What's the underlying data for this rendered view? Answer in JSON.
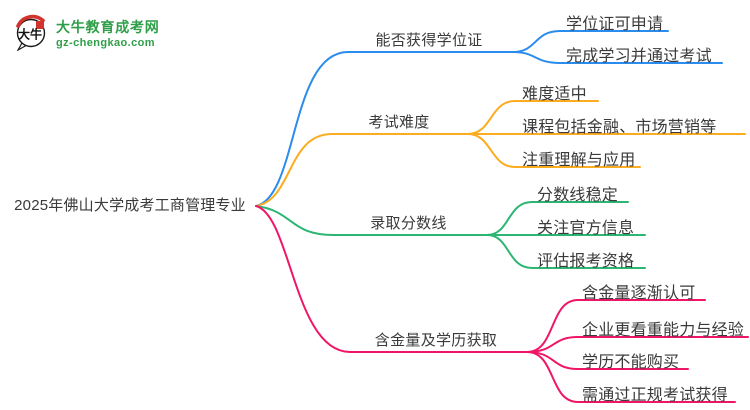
{
  "logo": {
    "icon_text": "大牛",
    "site_name": "大牛教育成考网",
    "site_url": "gz-chengkao.com"
  },
  "colors": {
    "logo_green": "#2f9e49",
    "seal_red": "#d0342c",
    "text_dark": "#3a3a3a",
    "branch_blue": "#2a8cec",
    "branch_orange": "#fbac1f",
    "branch_green": "#2bb673",
    "branch_pink": "#f01667"
  },
  "mindmap": {
    "root": "2025年佛山大学成考工商管理专业",
    "branches": [
      {
        "label": "能否获得学位证",
        "color": "#2a8cec",
        "children": [
          "学位证可申请",
          "完成学习并通过考试"
        ]
      },
      {
        "label": "考试难度",
        "color": "#fbac1f",
        "children": [
          "难度适中",
          "课程包括金融、市场营销等",
          "注重理解与应用"
        ]
      },
      {
        "label": "录取分数线",
        "color": "#2bb673",
        "children": [
          "分数线稳定",
          "关注官方信息",
          "评估报考资格"
        ]
      },
      {
        "label": "含金量及学历获取",
        "color": "#f01667",
        "children": [
          "含金量逐渐认可",
          "企业更看重能力与经验",
          "学历不能购买",
          "需通过正规考试获得"
        ]
      }
    ]
  }
}
